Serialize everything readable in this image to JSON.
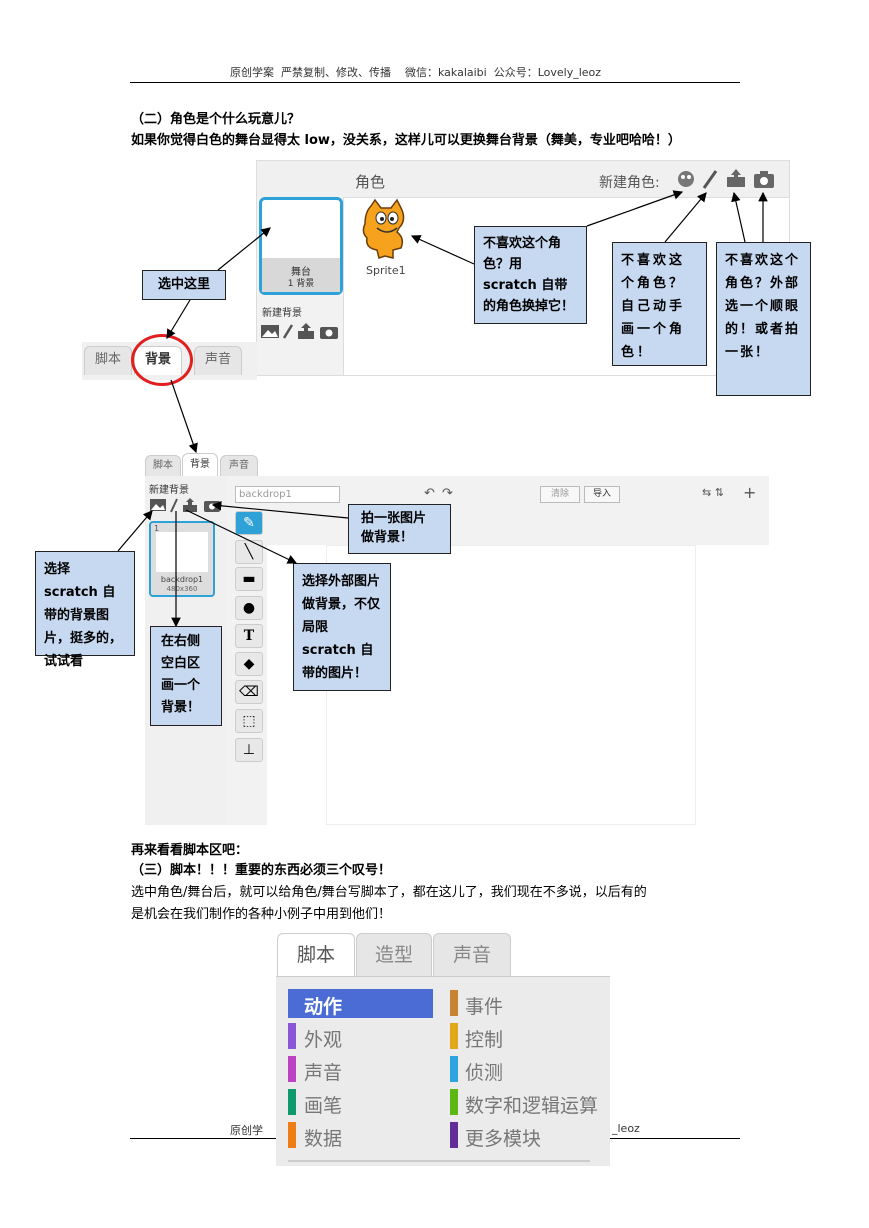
{
  "header": {
    "text": "原创学案  严禁复制、修改、传播    微信：kakalaibi  公众号：Lovely_leoz"
  },
  "footer": {
    "left": "原创学",
    "right": "_leoz"
  },
  "section2": {
    "title": "（二）角色是个什么玩意儿？",
    "intro": "如果你觉得白色的舞台显得太 low，没关系，这样儿可以更换舞台背景（舞美，专业吧哈哈！）"
  },
  "sprite_panel": {
    "title": "角色",
    "new_sprite_label": "新建角色:",
    "stage_label": "舞台",
    "stage_sub": "1 背景",
    "new_backdrop": "新建背景",
    "sprite_name": "Sprite1"
  },
  "tabs_top": [
    "脚本",
    "背景",
    "声音"
  ],
  "callouts_top": {
    "select_here": "选中这里",
    "replace_sprite": "不喜欢这个角色？用 scratch 自带的角色换掉它！",
    "draw_sprite": "不喜欢这个角色？自己动手画一个角色！",
    "upload_sprite": "不喜欢这个角色？外部选一个顺眼的！或者拍一张！"
  },
  "editor": {
    "tabs": [
      "脚本",
      "背景",
      "声音"
    ],
    "new_backdrop": "新建背景",
    "name_field": "backdrop1",
    "clear_btn": "清除",
    "import_btn": "导入",
    "thumb_index": "1",
    "thumb_name": "backdrop1",
    "thumb_size": "480x360"
  },
  "callouts_bottom": {
    "camera": "拍一张图片做背景！",
    "library": "选择 scratch 自带的背景图片，挺多的，试试看",
    "paint": "在右侧空白区画一个背景！",
    "upload": "选择外部图片做背景，不仅局限 scratch 自带的图片！"
  },
  "section3": {
    "lead": "再来看看脚本区吧：",
    "title": "（三）脚本！！！重要的东西必须三个叹号！",
    "body1": "选中角色/舞台后，就可以给角色/舞台写脚本了，都在这儿了，我们现在不多说，以后有的",
    "body2": "是机会在我们制作的各种小例子中用到他们！"
  },
  "script_panel": {
    "tabs": [
      "脚本",
      "造型",
      "声音"
    ],
    "left_categories": [
      {
        "label": "动作",
        "color": "#4a6cd4"
      },
      {
        "label": "外观",
        "color": "#8a55d7"
      },
      {
        "label": "声音",
        "color": "#bb42c3"
      },
      {
        "label": "画笔",
        "color": "#0e9a6c"
      },
      {
        "label": "数据",
        "color": "#ee7d16"
      }
    ],
    "right_categories": [
      {
        "label": "事件",
        "color": "#c88330"
      },
      {
        "label": "控制",
        "color": "#e1a91a"
      },
      {
        "label": "侦测",
        "color": "#2ca5e2"
      },
      {
        "label": "数字和逻辑运算",
        "color": "#5cb712"
      },
      {
        "label": "更多模块",
        "color": "#632d99"
      }
    ]
  },
  "colors": {
    "callout_bg": "#c6d9f1",
    "selection_blue": "#2ea1d6",
    "circle_red": "#e02020"
  }
}
